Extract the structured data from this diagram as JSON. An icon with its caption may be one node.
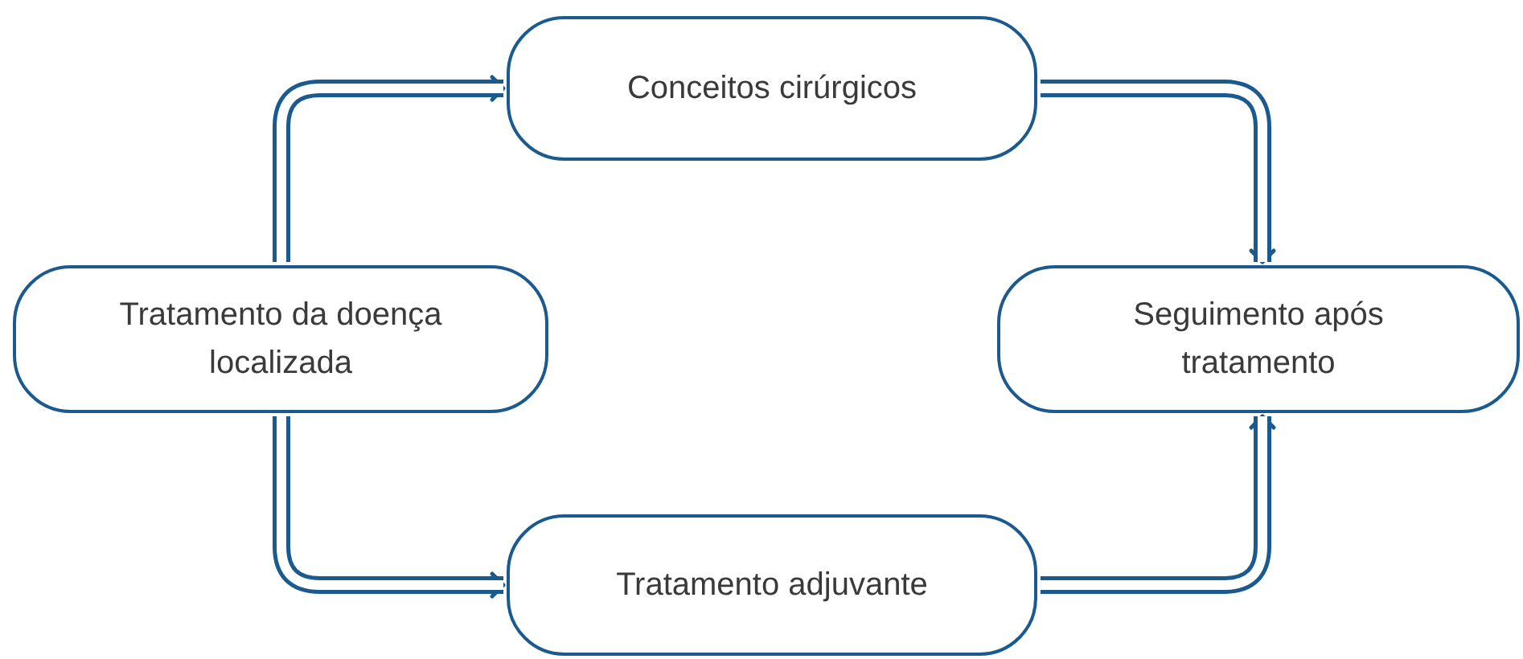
{
  "diagram": {
    "nodes": [
      {
        "text": [
          "Conceitos cirúrgicos"
        ]
      },
      {
        "text": [
          "Tratamento da doença localizada"
        ]
      },
      {
        "text": [
          "Seguimento após tratamento"
        ]
      },
      {
        "text": [
          "Tratamento adjuvante"
        ]
      }
    ],
    "edges": [
      {
        "from": 1,
        "to": 0,
        "arrow": "to"
      },
      {
        "from": 0,
        "to": 2,
        "arrow": "to"
      },
      {
        "from": 1,
        "to": 3,
        "arrow": "to"
      },
      {
        "from": 3,
        "to": 2,
        "arrow": "to"
      }
    ]
  }
}
